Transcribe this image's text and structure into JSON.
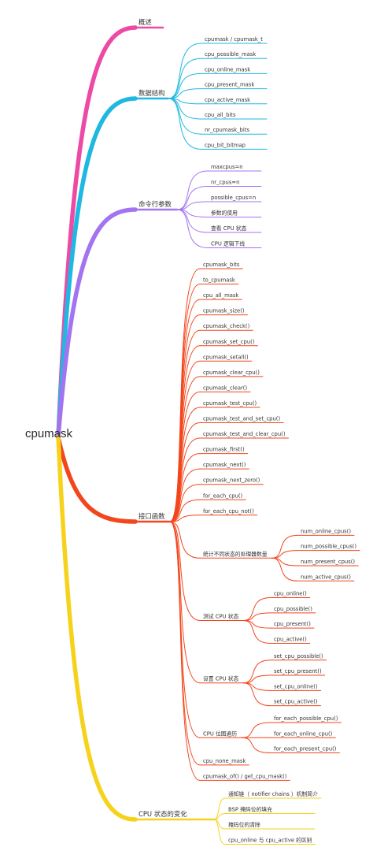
{
  "root": {
    "label": "cpumask"
  },
  "branches": [
    {
      "label": "概述",
      "color": "#ec4aa5",
      "children": []
    },
    {
      "label": "数据结构",
      "color": "#1fb8e0",
      "children": [
        {
          "label": "cpumask / cpumask_t"
        },
        {
          "label": "cpu_possible_mask"
        },
        {
          "label": "cpu_online_mask"
        },
        {
          "label": "cpu_present_mask"
        },
        {
          "label": "cpu_active_mask"
        },
        {
          "label": "cpu_all_bits"
        },
        {
          "label": "nr_cpumask_bits"
        },
        {
          "label": "cpu_bit_bitmap"
        }
      ]
    },
    {
      "label": "命令行参数",
      "color": "#a374f0",
      "children": [
        {
          "label": "maxcpus=n"
        },
        {
          "label": "nr_cpus=n"
        },
        {
          "label": "possible_cpus=n"
        },
        {
          "label": "参数的使用"
        },
        {
          "label": "查看 CPU 状态"
        },
        {
          "label": "CPU 逻辑下线"
        }
      ]
    },
    {
      "label": "接口函数",
      "color": "#f3461d",
      "children": [
        {
          "label": "cpumask_bits"
        },
        {
          "label": "to_cpumask"
        },
        {
          "label": "cpu_all_mask"
        },
        {
          "label": "cpumask_size()"
        },
        {
          "label": "cpumask_check()"
        },
        {
          "label": "cpumask_set_cpu()"
        },
        {
          "label": "cpumask_setall()"
        },
        {
          "label": "cpumask_clear_cpu()"
        },
        {
          "label": "cpumask_clear()"
        },
        {
          "label": "cpumask_test_cpu()"
        },
        {
          "label": "cpumask_test_and_set_cpu()"
        },
        {
          "label": "cpumask_test_and_clear_cpu()"
        },
        {
          "label": "cpumask_first()"
        },
        {
          "label": "cpumask_next()"
        },
        {
          "label": "cpumask_next_zero()"
        },
        {
          "label": "for_each_cpu()"
        },
        {
          "label": "for_each_cpu_not()"
        },
        {
          "label": "统计不同状态的处理器数量",
          "children": [
            {
              "label": "num_online_cpus()"
            },
            {
              "label": "num_possible_cpus()"
            },
            {
              "label": "num_present_cpus()"
            },
            {
              "label": "num_active_cpus()"
            }
          ]
        },
        {
          "label": "测试 CPU 状态",
          "children": [
            {
              "label": "cpu_online()"
            },
            {
              "label": "cpu_possible()"
            },
            {
              "label": "cpu_present()"
            },
            {
              "label": "cpu_active()"
            }
          ]
        },
        {
          "label": "设置 CPU 状态",
          "children": [
            {
              "label": "set_cpu_possible()"
            },
            {
              "label": "set_cpu_present()"
            },
            {
              "label": "set_cpu_online()"
            },
            {
              "label": "set_cpu_active()"
            }
          ]
        },
        {
          "label": "CPU 位图遍历",
          "children": [
            {
              "label": "for_each_possible_cpu()"
            },
            {
              "label": "for_each_online_cpu()"
            },
            {
              "label": "for_each_present_cpu()"
            }
          ]
        },
        {
          "label": "cpu_none_mask"
        },
        {
          "label": "cpumask_of() / get_cpu_mask()"
        }
      ]
    },
    {
      "label": "CPU 状态的变化",
      "color": "#f7d21d",
      "children": [
        {
          "label": "通知链（ notifier chains ）机制简介"
        },
        {
          "label": "BSP 掩码位的填充"
        },
        {
          "label": "掩码位的清除"
        },
        {
          "label": "cpu_online 与 cpu_active 的区别"
        }
      ]
    }
  ]
}
